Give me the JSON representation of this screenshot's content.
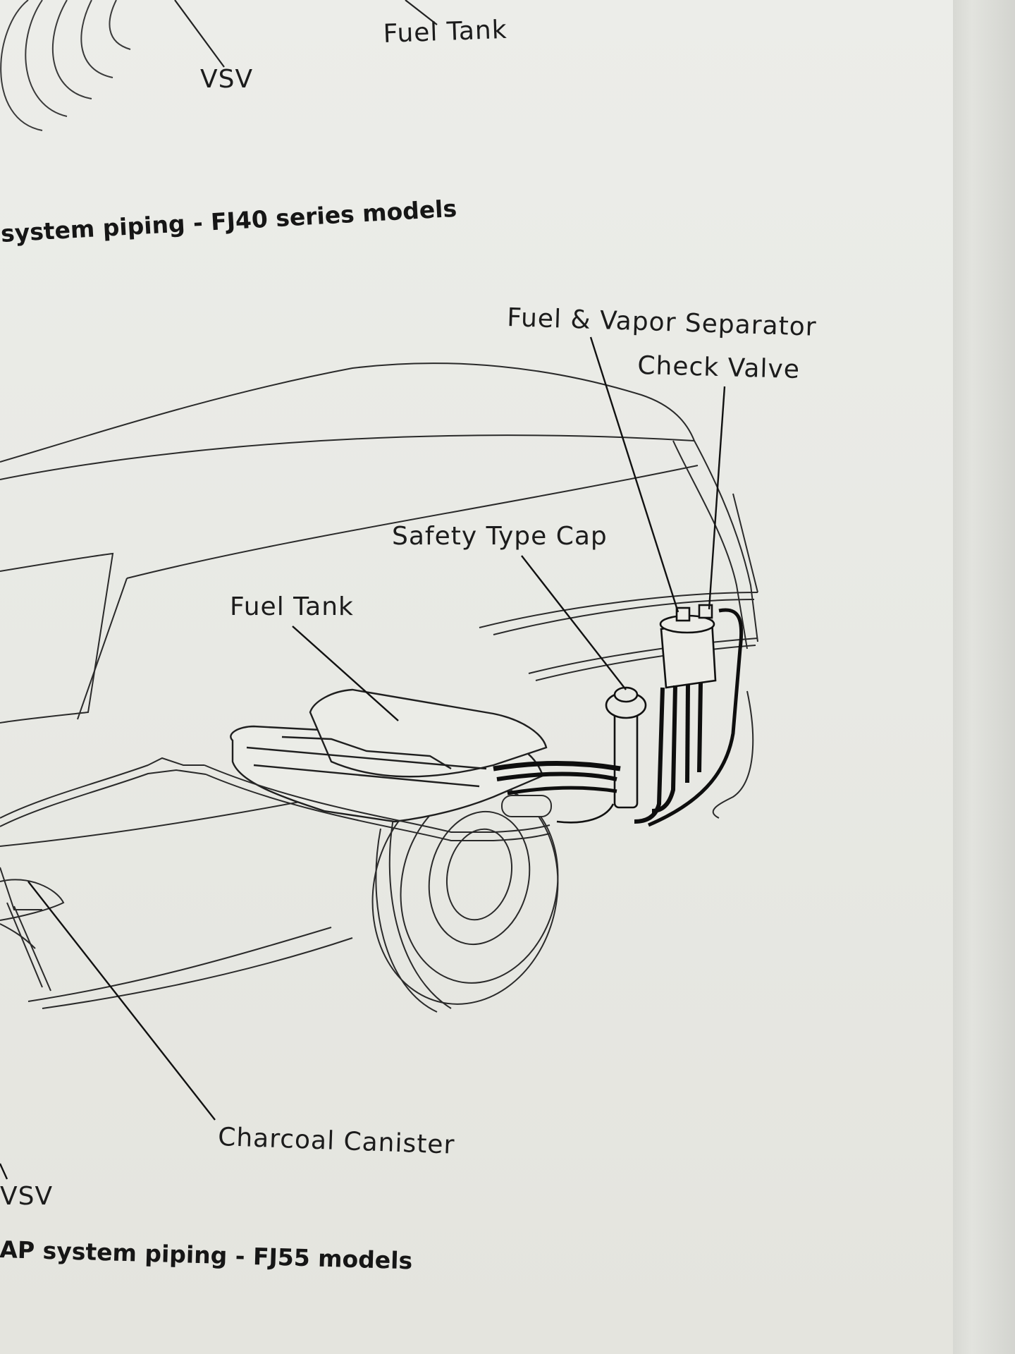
{
  "top_figure": {
    "label_vsv": "VSV",
    "label_fuel_tank": "Fuel Tank",
    "caption": "system piping - FJ40 series models"
  },
  "main_figure": {
    "label_fuel_vapor_separator": "Fuel & Vapor Separator",
    "label_check_valve": "Check Valve",
    "label_safety_type_cap": "Safety Type Cap",
    "label_fuel_tank": "Fuel Tank",
    "label_charcoal_canister": "Charcoal Canister",
    "label_vsv": "VSV",
    "caption": "AP system piping - FJ55 models"
  }
}
